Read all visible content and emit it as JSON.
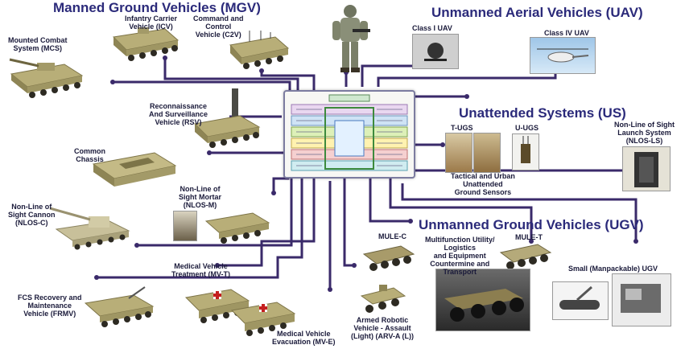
{
  "headers": {
    "mgv": "Manned Ground Vehicles (MGV)",
    "uav": "Unmanned Aerial Vehicles (UAV)",
    "us": "Unattended Systems (US)",
    "ugv": "Unmanned Ground Vehicles (UGV)"
  },
  "labels": {
    "icv": [
      "Infantry Carrier",
      "Vehicle (ICV)"
    ],
    "c2v": [
      "Command and",
      "Control",
      "Vehicle (C2V)"
    ],
    "mcs": [
      "Mounted Combat",
      "System (MCS)"
    ],
    "rsv": [
      "Reconnaissance",
      "And Surveillance",
      "Vehicle (RSV)"
    ],
    "chassis": [
      "Common",
      "Chassis"
    ],
    "nlosc": [
      "Non-Line of",
      "Sight Cannon",
      "(NLOS-C)"
    ],
    "nlosm": [
      "Non-Line of",
      "Sight Mortar",
      "(NLOS-M)"
    ],
    "frmv": [
      "FCS Recovery and",
      "Maintenance",
      "Vehicle (FRMV)"
    ],
    "mvt": [
      "Medical Vehicle",
      "Treatment (MV-T)"
    ],
    "mve": [
      "Medical Vehicle",
      "Evacuation (MV-E)"
    ],
    "uav1": [
      "Class I UAV"
    ],
    "uav4": [
      "Class IV UAV"
    ],
    "tugs": [
      "T-UGS"
    ],
    "uugs": [
      "U-UGS"
    ],
    "sensors": [
      "Tactical and Urban",
      "Unattended",
      "Ground Sensors"
    ],
    "nlosls": [
      "Non-Line of Sight",
      "Launch System",
      "(NLOS-LS)"
    ],
    "mulec": [
      "MULE-C"
    ],
    "mulet": [
      "MULE-T"
    ],
    "mule_desc": [
      "Multifunction Utility/",
      "Logistics",
      "and Equipment",
      "Countermine and",
      "Transport"
    ],
    "arva": [
      "Armed Robotic",
      "Vehicle - Assault",
      "(Light) (ARV-A (L))"
    ],
    "sugv": [
      "Small (Manpackable) UGV"
    ]
  },
  "colors": {
    "header": "#2b2a7a",
    "wire": "#3a2a6a",
    "vehicle": "#b8ae78",
    "vehicle_dark": "#7d7448"
  }
}
